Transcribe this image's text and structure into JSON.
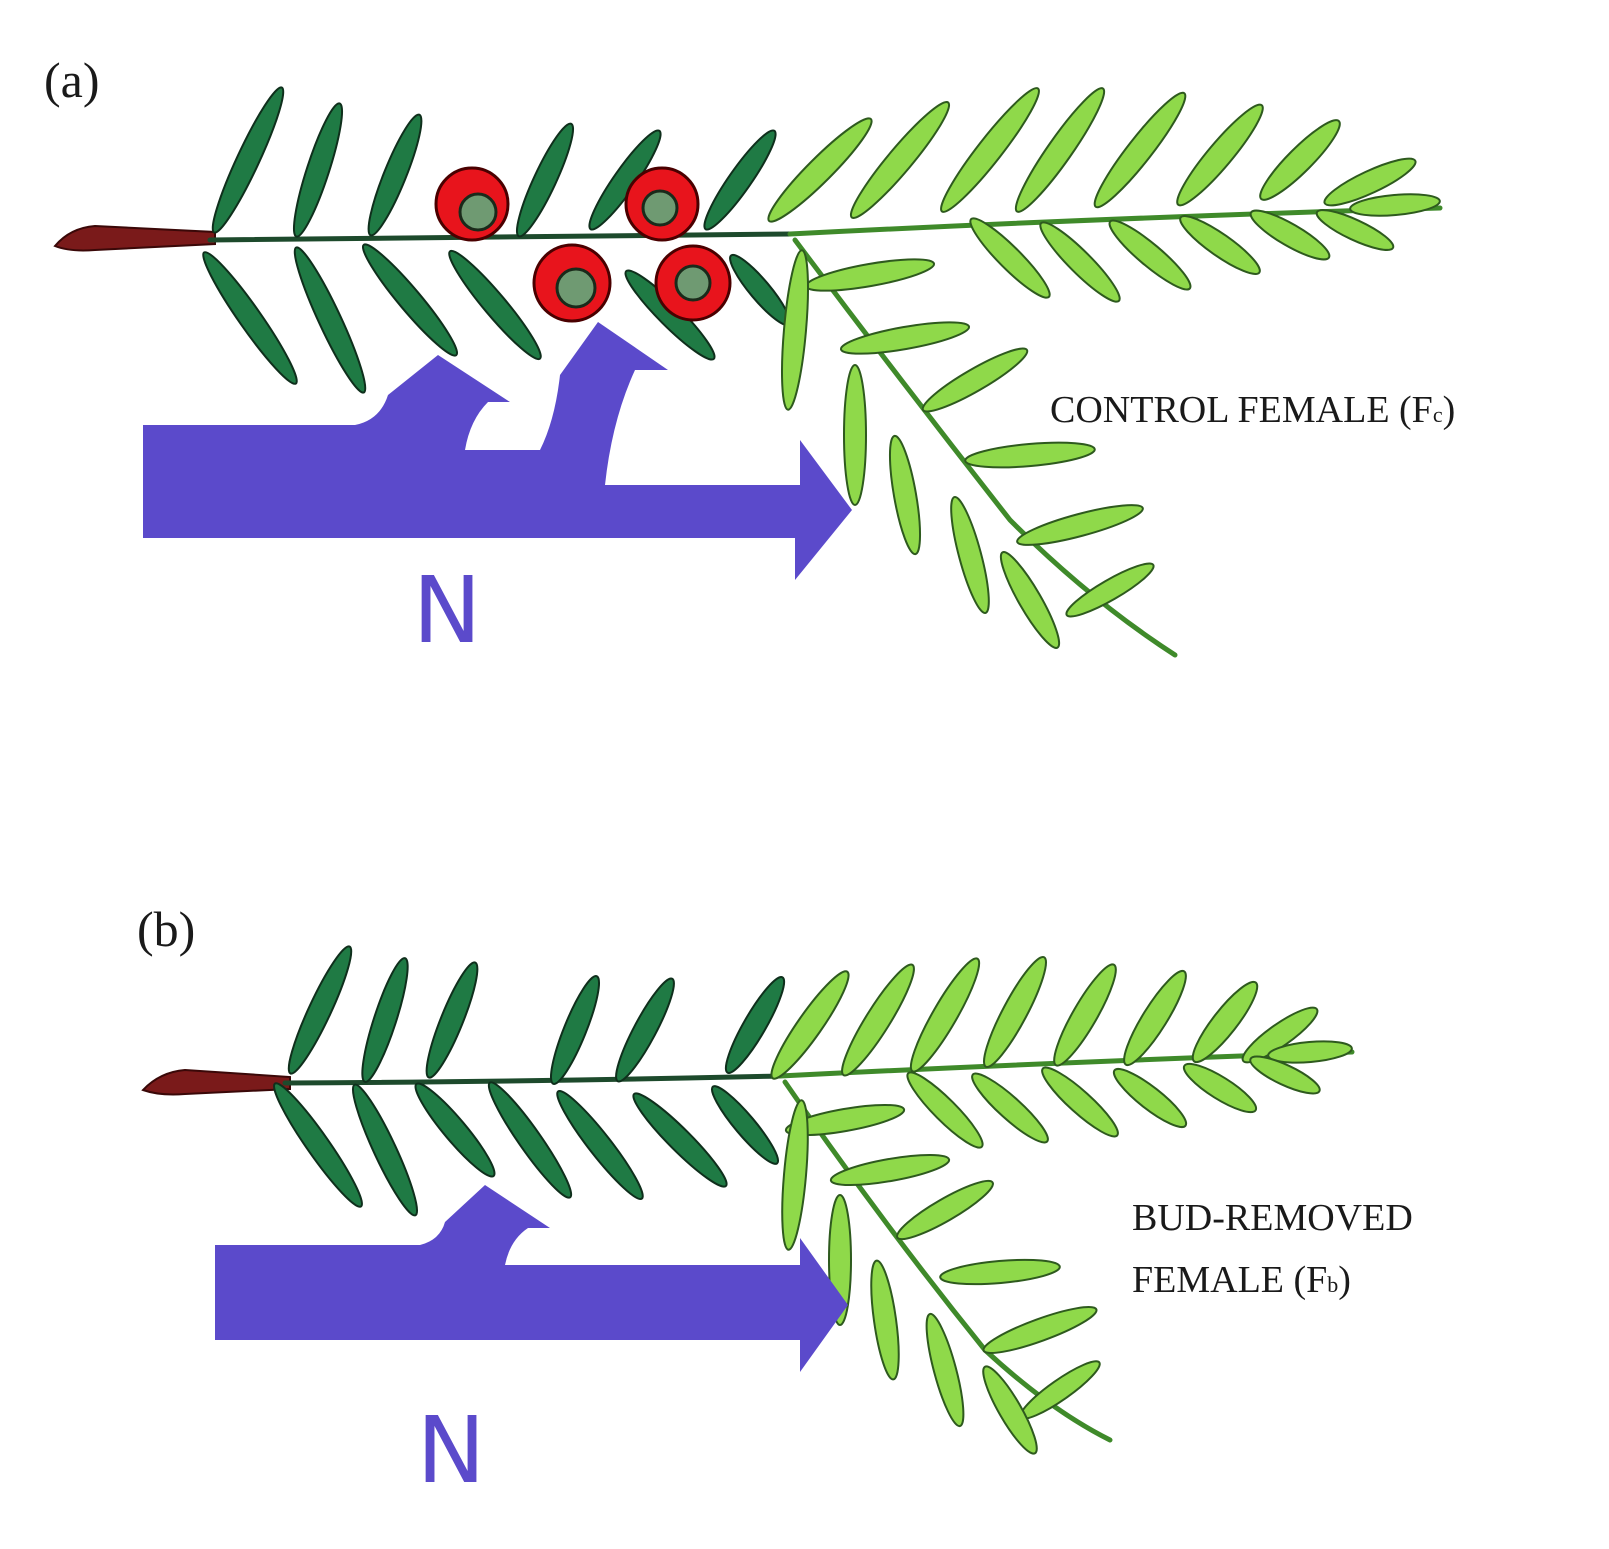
{
  "panels": [
    {
      "letter": "(a)",
      "condition_line1": "CONTROL FEMALE (F",
      "condition_sub": "c",
      "condition_close": ")",
      "flux_label": "N",
      "fruits": 4
    },
    {
      "letter": "(b)",
      "condition_line1": "BUD-REMOVED",
      "condition_line2": "FEMALE (F",
      "condition_sub": "b",
      "condition_close": ")",
      "flux_label": "N",
      "fruits": 0
    }
  ],
  "colors": {
    "arrow": "#5b4acb",
    "old_needle": "#1f7a44",
    "new_needle": "#8fd94a",
    "aril": "#e8141c",
    "seed": "#6f9a72",
    "twig_base": "#7a1a1a"
  }
}
